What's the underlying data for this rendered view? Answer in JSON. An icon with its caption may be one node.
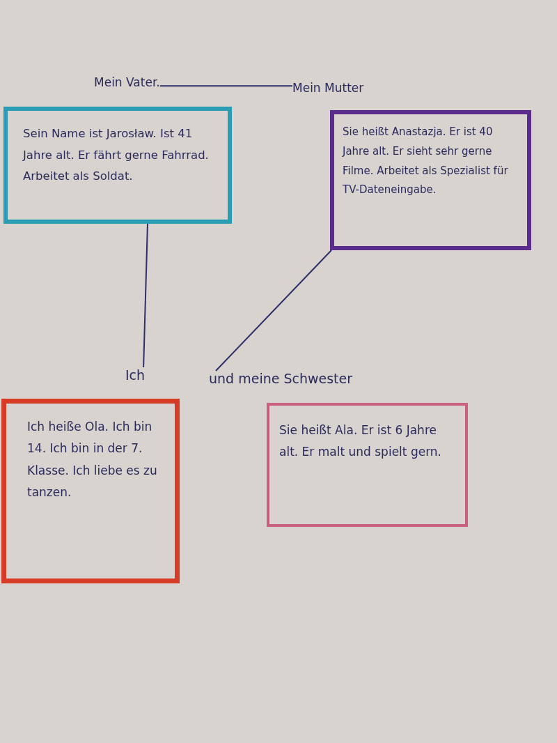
{
  "diagram": {
    "nodes": [
      {
        "text": [
          "Mein Vater."
        ]
      },
      {
        "text": [
          "Mein Mutter"
        ]
      },
      {
        "text": [
          "Sein Name ist Jarosław. Ist 41 Jahre alt. Er fährt gerne Fahrrad. Arbeitet als Soldat."
        ]
      },
      {
        "text": [
          "Sie heißt Anastazja. Er ist 40 Jahre alt. Er sieht sehr gerne Filme. Arbeitet als Spezialist für TV-Dateneingabe."
        ]
      },
      {
        "text": [
          "Ich"
        ]
      },
      {
        "text": [
          "und meine Schwester"
        ]
      },
      {
        "text": [
          "Ich heiße Ola. Ich bin 14. Ich bin in der 7. Klasse. Ich liebe es zu tanzen."
        ]
      },
      {
        "text": [
          "Sie heißt Ala. Er ist 6 Jahre alt. Er malt und spielt gern."
        ]
      }
    ],
    "edges": [
      {
        "from": 0,
        "to": 1,
        "arrow": "none"
      },
      {
        "from": 2,
        "to": 4,
        "arrow": "none"
      },
      {
        "from": 3,
        "to": 5,
        "arrow": "none"
      }
    ]
  }
}
